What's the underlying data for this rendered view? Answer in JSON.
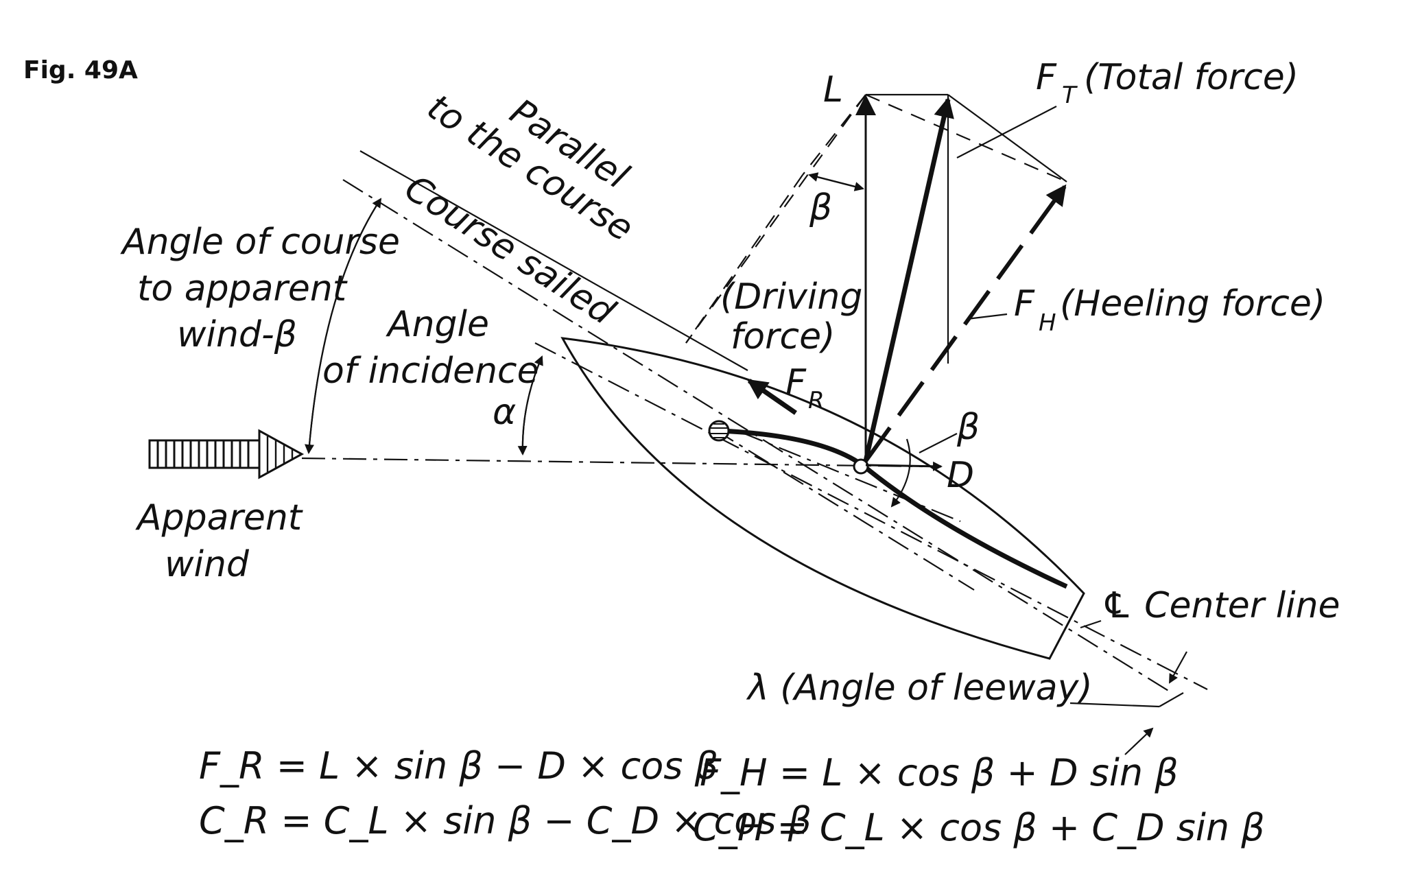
{
  "figure_label": "Fig. 49A",
  "labels": {
    "lift": "L",
    "total_force": "F",
    "total_force_sub": "T",
    "total_force_desc": "(Total force)",
    "heeling_force": "F",
    "heeling_force_sub": "H",
    "heeling_force_desc": "(Heeling force)",
    "driving_force_line1": "(Driving",
    "driving_force_line2": "force)",
    "driving_force_symbol": "F",
    "driving_force_sub": "R",
    "drag": "D",
    "beta": "β",
    "alpha": "α",
    "parallel_line1": "Parallel",
    "parallel_line2": "to the course",
    "course_sailed": "Course sailed",
    "angle_course_line1": "Angle of course",
    "angle_course_line2": "to apparent",
    "angle_course_line3": "wind-β",
    "angle_incidence_line1": "Angle",
    "angle_incidence_line2": "of incidence",
    "apparent_wind_line1": "Apparent",
    "apparent_wind_line2": "wind",
    "center_line": "℄ Center line",
    "leeway": "λ (Angle of leeway)"
  },
  "equations": {
    "fr": "F_R = L × sin β − D × cos β",
    "cr": "C_R = C_L × sin β − C_D × cos β",
    "fh": "F_H = L × cos β + D sin β",
    "ch": "C_H = C_L × cos β + C_D sin β"
  }
}
